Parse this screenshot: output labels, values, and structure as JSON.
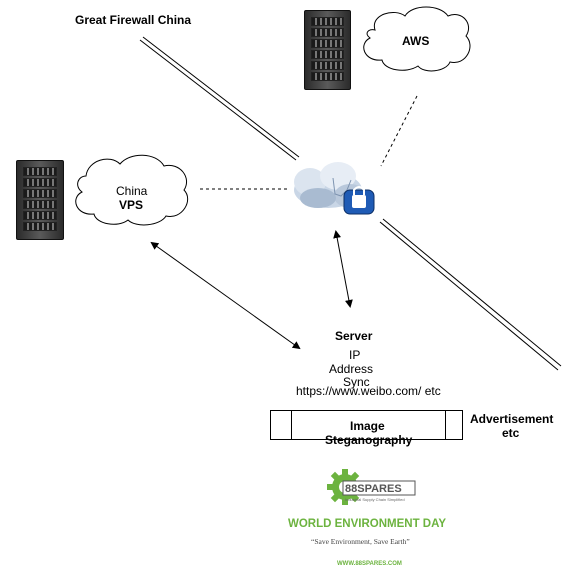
{
  "diagram": {
    "firewall_label": "Great Firewall China",
    "aws_label": "AWS",
    "china_label": "China",
    "vps_label": "VPS",
    "server_label": "Server",
    "ip_label": "IP",
    "address_label": "Address",
    "sync_label": "Sync",
    "url_label": "https://www.weibo.com/ etc",
    "image_label": "Image",
    "steganography_label": "Steganography",
    "advertisement_label": "Advertisement",
    "etc_label": "etc"
  },
  "promo": {
    "logo_text": "88SPARES",
    "logo_tagline": "Industrial Supply Chain Simplified",
    "headline": "WORLD ENVIRONMENT DAY",
    "slogan": "“Save Environment, Save Earth”",
    "website": "WWW.88SPARES.COM"
  },
  "colors": {
    "brand_green": "#6cb33f",
    "line": "#000000"
  }
}
